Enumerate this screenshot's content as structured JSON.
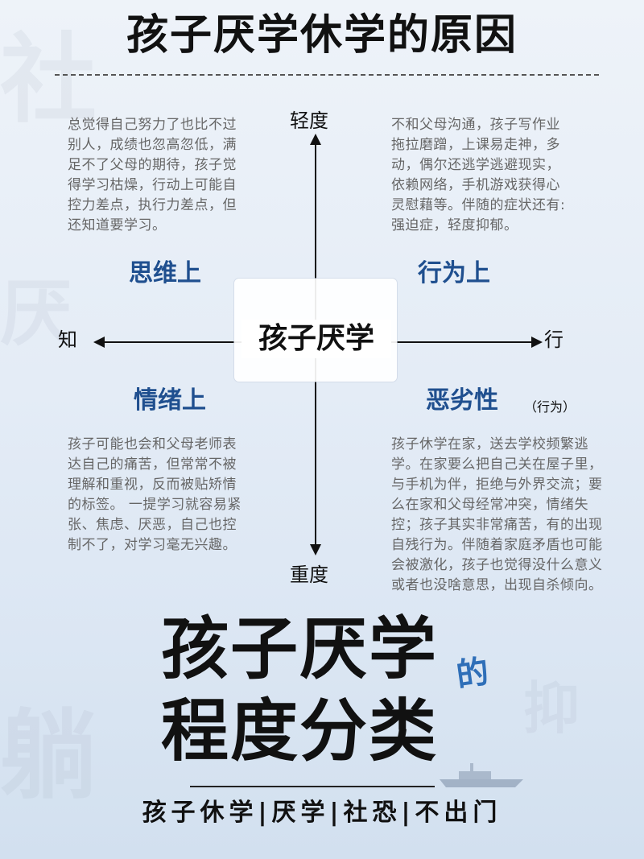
{
  "title": "孩子厌学休学的原因",
  "axis": {
    "top": "轻度",
    "bottom": "重度",
    "left": "知",
    "right": "行"
  },
  "center": "孩子厌学",
  "quadrants": {
    "top_left": {
      "heading": "思维上",
      "text": "总觉得自己努力了也比不过\n别人，成绩也忽高忽低，满\n足不了父母的期待，孩子觉\n得学习枯燥，行动上可能自\n控力差点，执行力差点，但\n还知道要学习。"
    },
    "top_right": {
      "heading": "行为上",
      "text": "不和父母沟通，孩子写作业\n拖拉磨蹭，上课易走神，多\n动，偶尔还逃学逃避现实，\n依赖网络，手机游戏获得心\n灵慰藉等。伴随的症状还有:\n强迫症，轻度抑郁。"
    },
    "bottom_left": {
      "heading": "情绪上",
      "text": "孩子可能也会和父母老师表\n达自己的痛苦，但常常不被\n理解和重视，反而被贴矫情\n的标签。 一提学习就容易紧\n张、焦虑、厌恶，自己也控\n制不了，对学习毫无兴趣。"
    },
    "bottom_right": {
      "heading": "恶劣性",
      "sub": "（行为）",
      "text": "孩子休学在家，送去学校频繁逃\n学。在家要么把自己关在屋子里，\n与手机为伴，拒绝与外界交流；要\n么在家和父母经常冲突，情绪失\n控；孩子其实非常痛苦，有的出现\n自残行为。伴随着家庭矛盾也可能\n会被激化，孩子也觉得没什么意义\n或者也没啥意思，出现自杀倾向。"
    }
  },
  "big_title": {
    "line1": "孩子厌学",
    "line2": "程度分类",
    "de": "的"
  },
  "footer": "孩子休学|厌学|社恐|不出门",
  "colors": {
    "heading_blue": "#1f4f8f",
    "de_blue": "#2f6fb8"
  }
}
